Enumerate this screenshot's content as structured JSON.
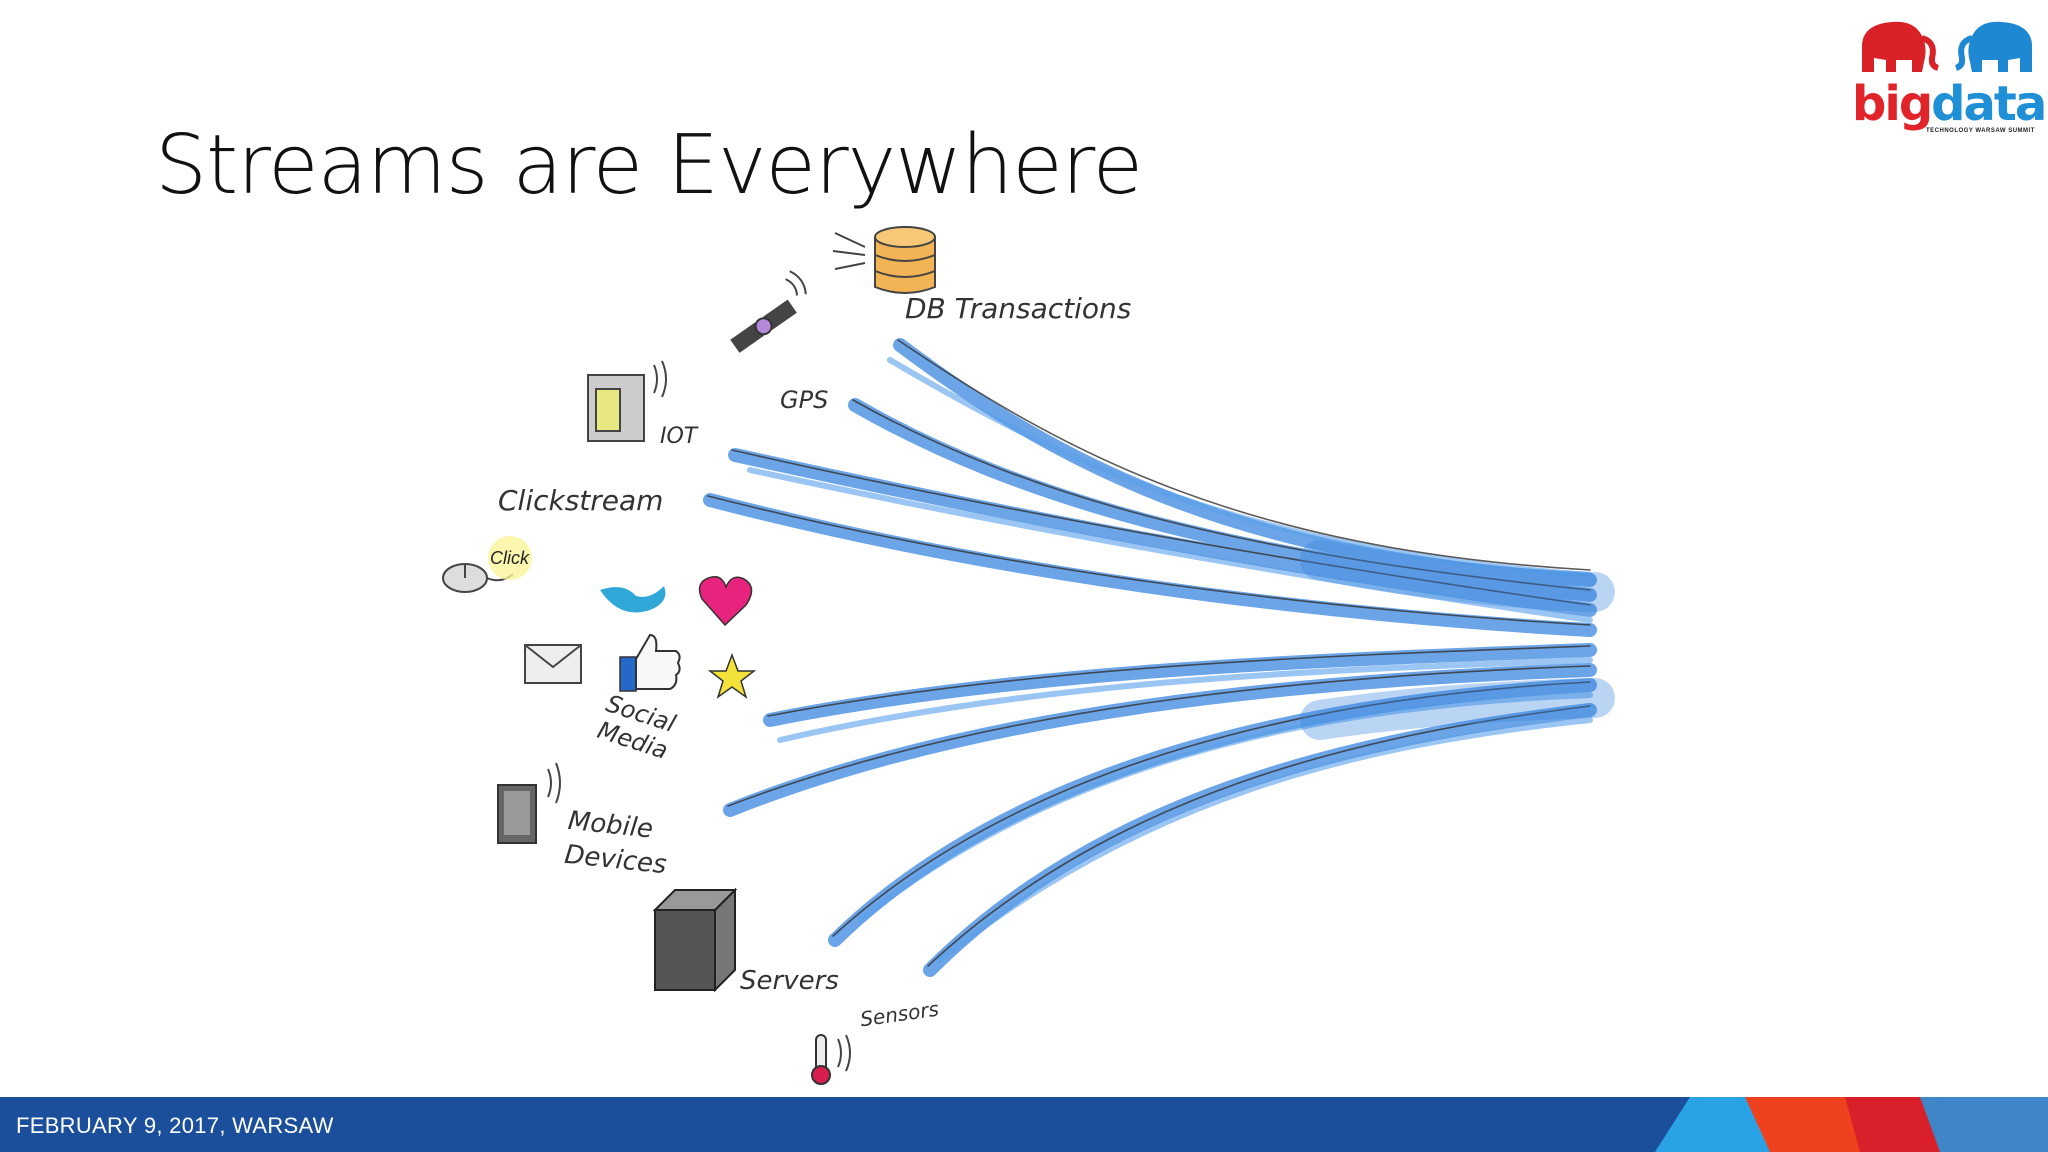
{
  "slide": {
    "title": "Streams are Everywhere"
  },
  "logo": {
    "word_big": "big",
    "word_data": "data",
    "tagline": "TECHNOLOGY WARSAW SUMMIT"
  },
  "sources": [
    {
      "id": "db",
      "label": "DB Transactions",
      "icon": "database-icon"
    },
    {
      "id": "gps",
      "label": "GPS",
      "icon": "satellite-icon"
    },
    {
      "id": "iot",
      "label": "IOT",
      "icon": "fridge-icon"
    },
    {
      "id": "clickstream",
      "label": "Clickstream",
      "icon": "mouse-icon",
      "badge": "Click"
    },
    {
      "id": "social",
      "label": "Social Media",
      "icons": [
        "bird-icon",
        "heart-icon",
        "thumbs-up-icon",
        "star-icon",
        "envelope-icon"
      ]
    },
    {
      "id": "mobile",
      "label": "Mobile Devices",
      "icon": "phone-icon"
    },
    {
      "id": "servers",
      "label": "Servers",
      "icon": "server-rack-icon"
    },
    {
      "id": "sensors",
      "label": "Sensors",
      "icon": "thermometer-icon"
    }
  ],
  "colors": {
    "stream": "#3a86e0",
    "footer": "#1b4f9c",
    "accent_red": "#e0242a",
    "accent_blue": "#1f8fd6"
  },
  "footer": {
    "text": "FEBRUARY 9, 2017, WARSAW"
  }
}
